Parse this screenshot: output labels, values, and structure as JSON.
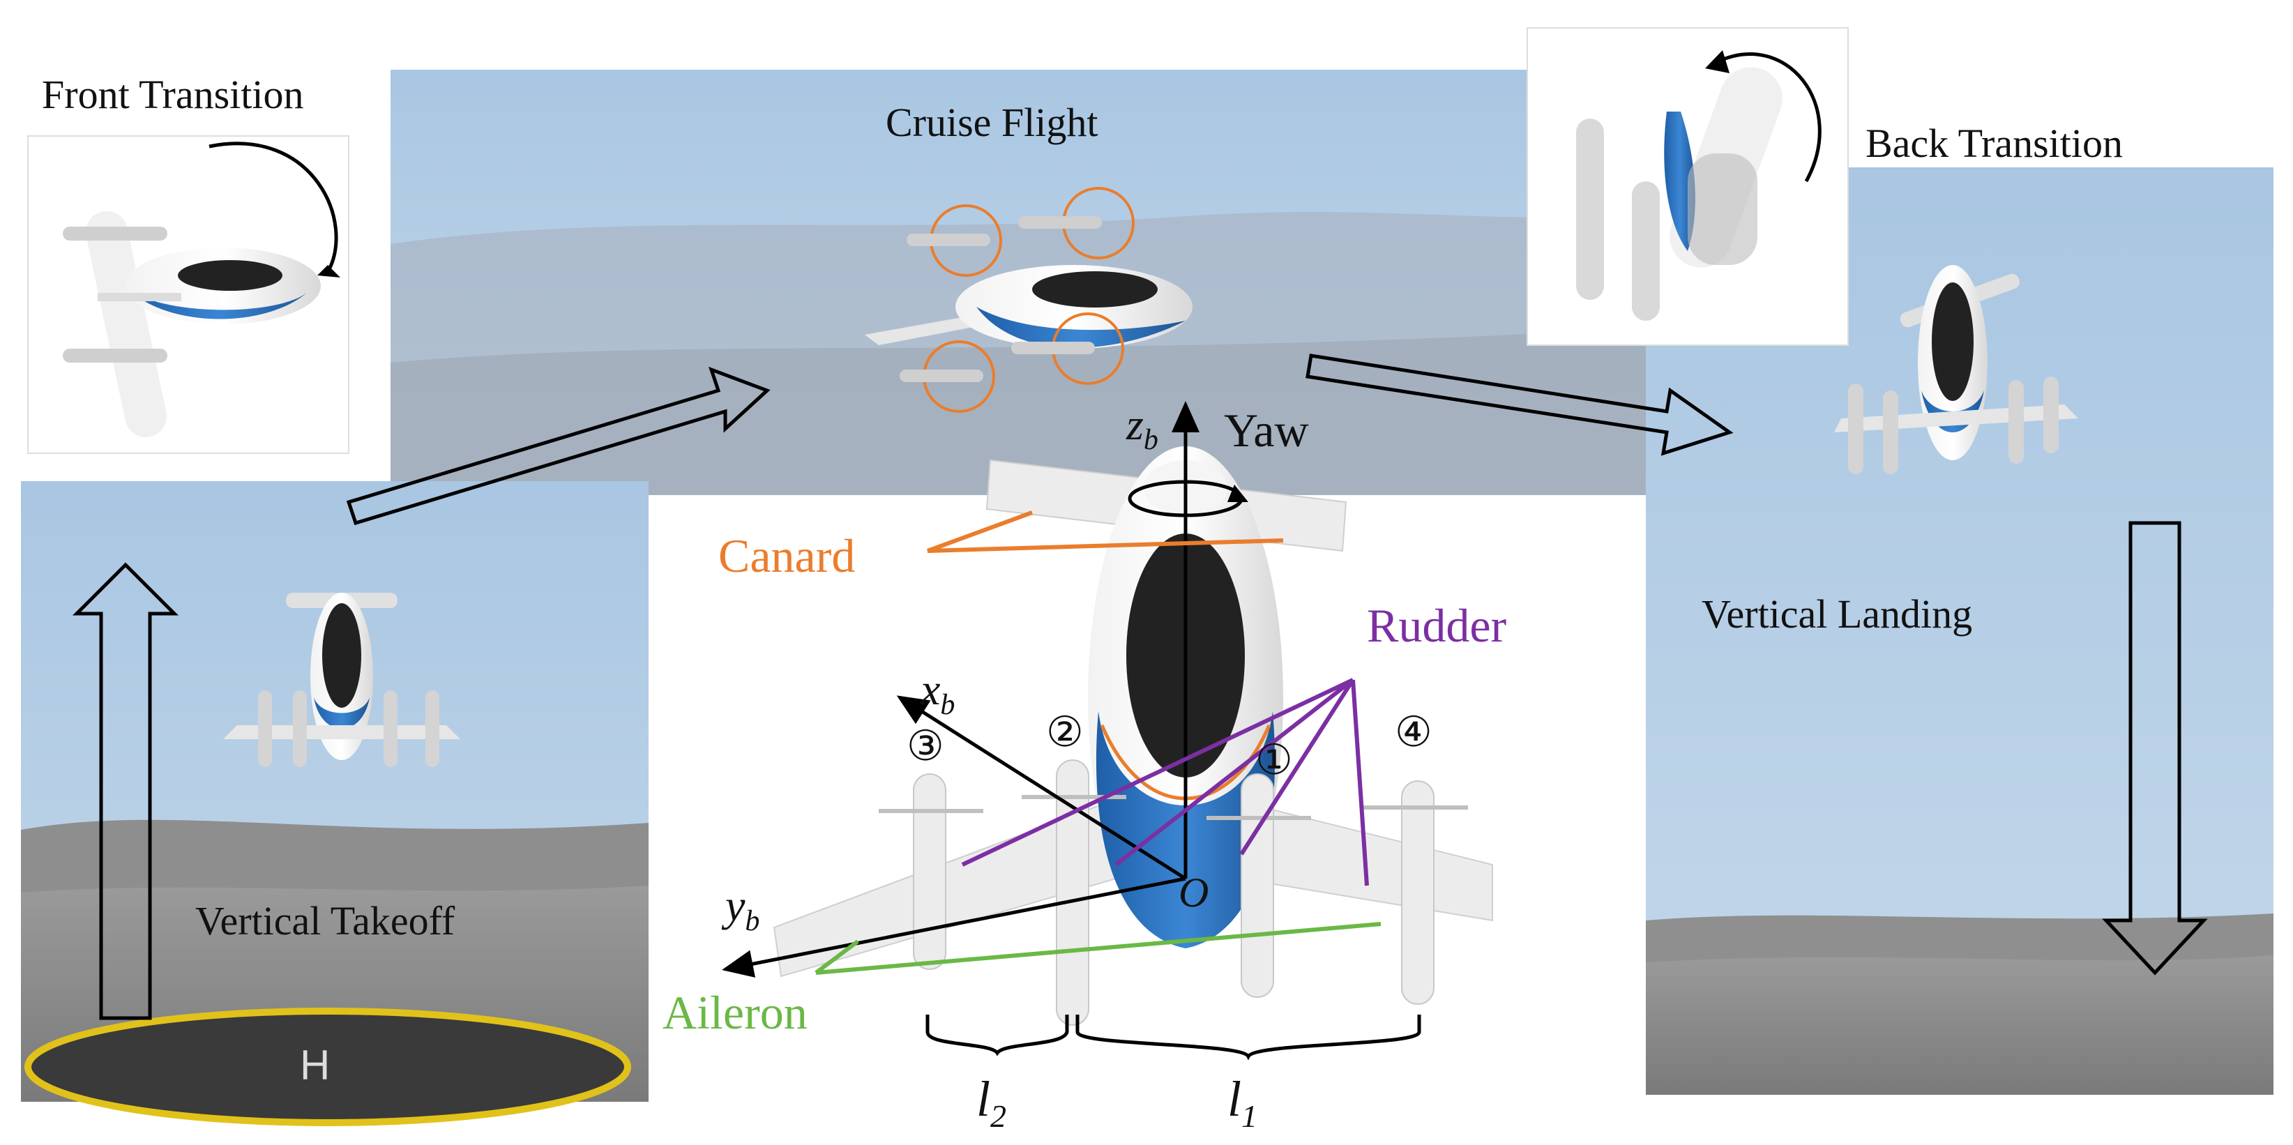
{
  "phases": {
    "front_transition": "Front Transition",
    "cruise_flight": "Cruise Flight",
    "back_transition": "Back Transition",
    "vertical_takeoff": "Vertical Takeoff",
    "vertical_landing": "Vertical Landing"
  },
  "controls": {
    "canard": "Canard",
    "rudder": "Rudder",
    "aileron": "Aileron",
    "yaw": "Yaw"
  },
  "axes": {
    "x": "x",
    "x_sub": "b",
    "y": "y",
    "y_sub": "b",
    "z": "z",
    "z_sub": "b",
    "origin": "O"
  },
  "rotors": [
    "①",
    "②",
    "③",
    "④"
  ],
  "lengths": {
    "l1": "l",
    "l1_sub": "1",
    "l2": "l",
    "l2_sub": "2"
  },
  "colors": {
    "sky": "#b3cde4",
    "ground": "#8d8d8d",
    "canard": "#ea7d2c",
    "rudder": "#7b2fa3",
    "aileron": "#6ab845",
    "fuselage_blue": "#2f73c0",
    "canopy": "#222222"
  }
}
